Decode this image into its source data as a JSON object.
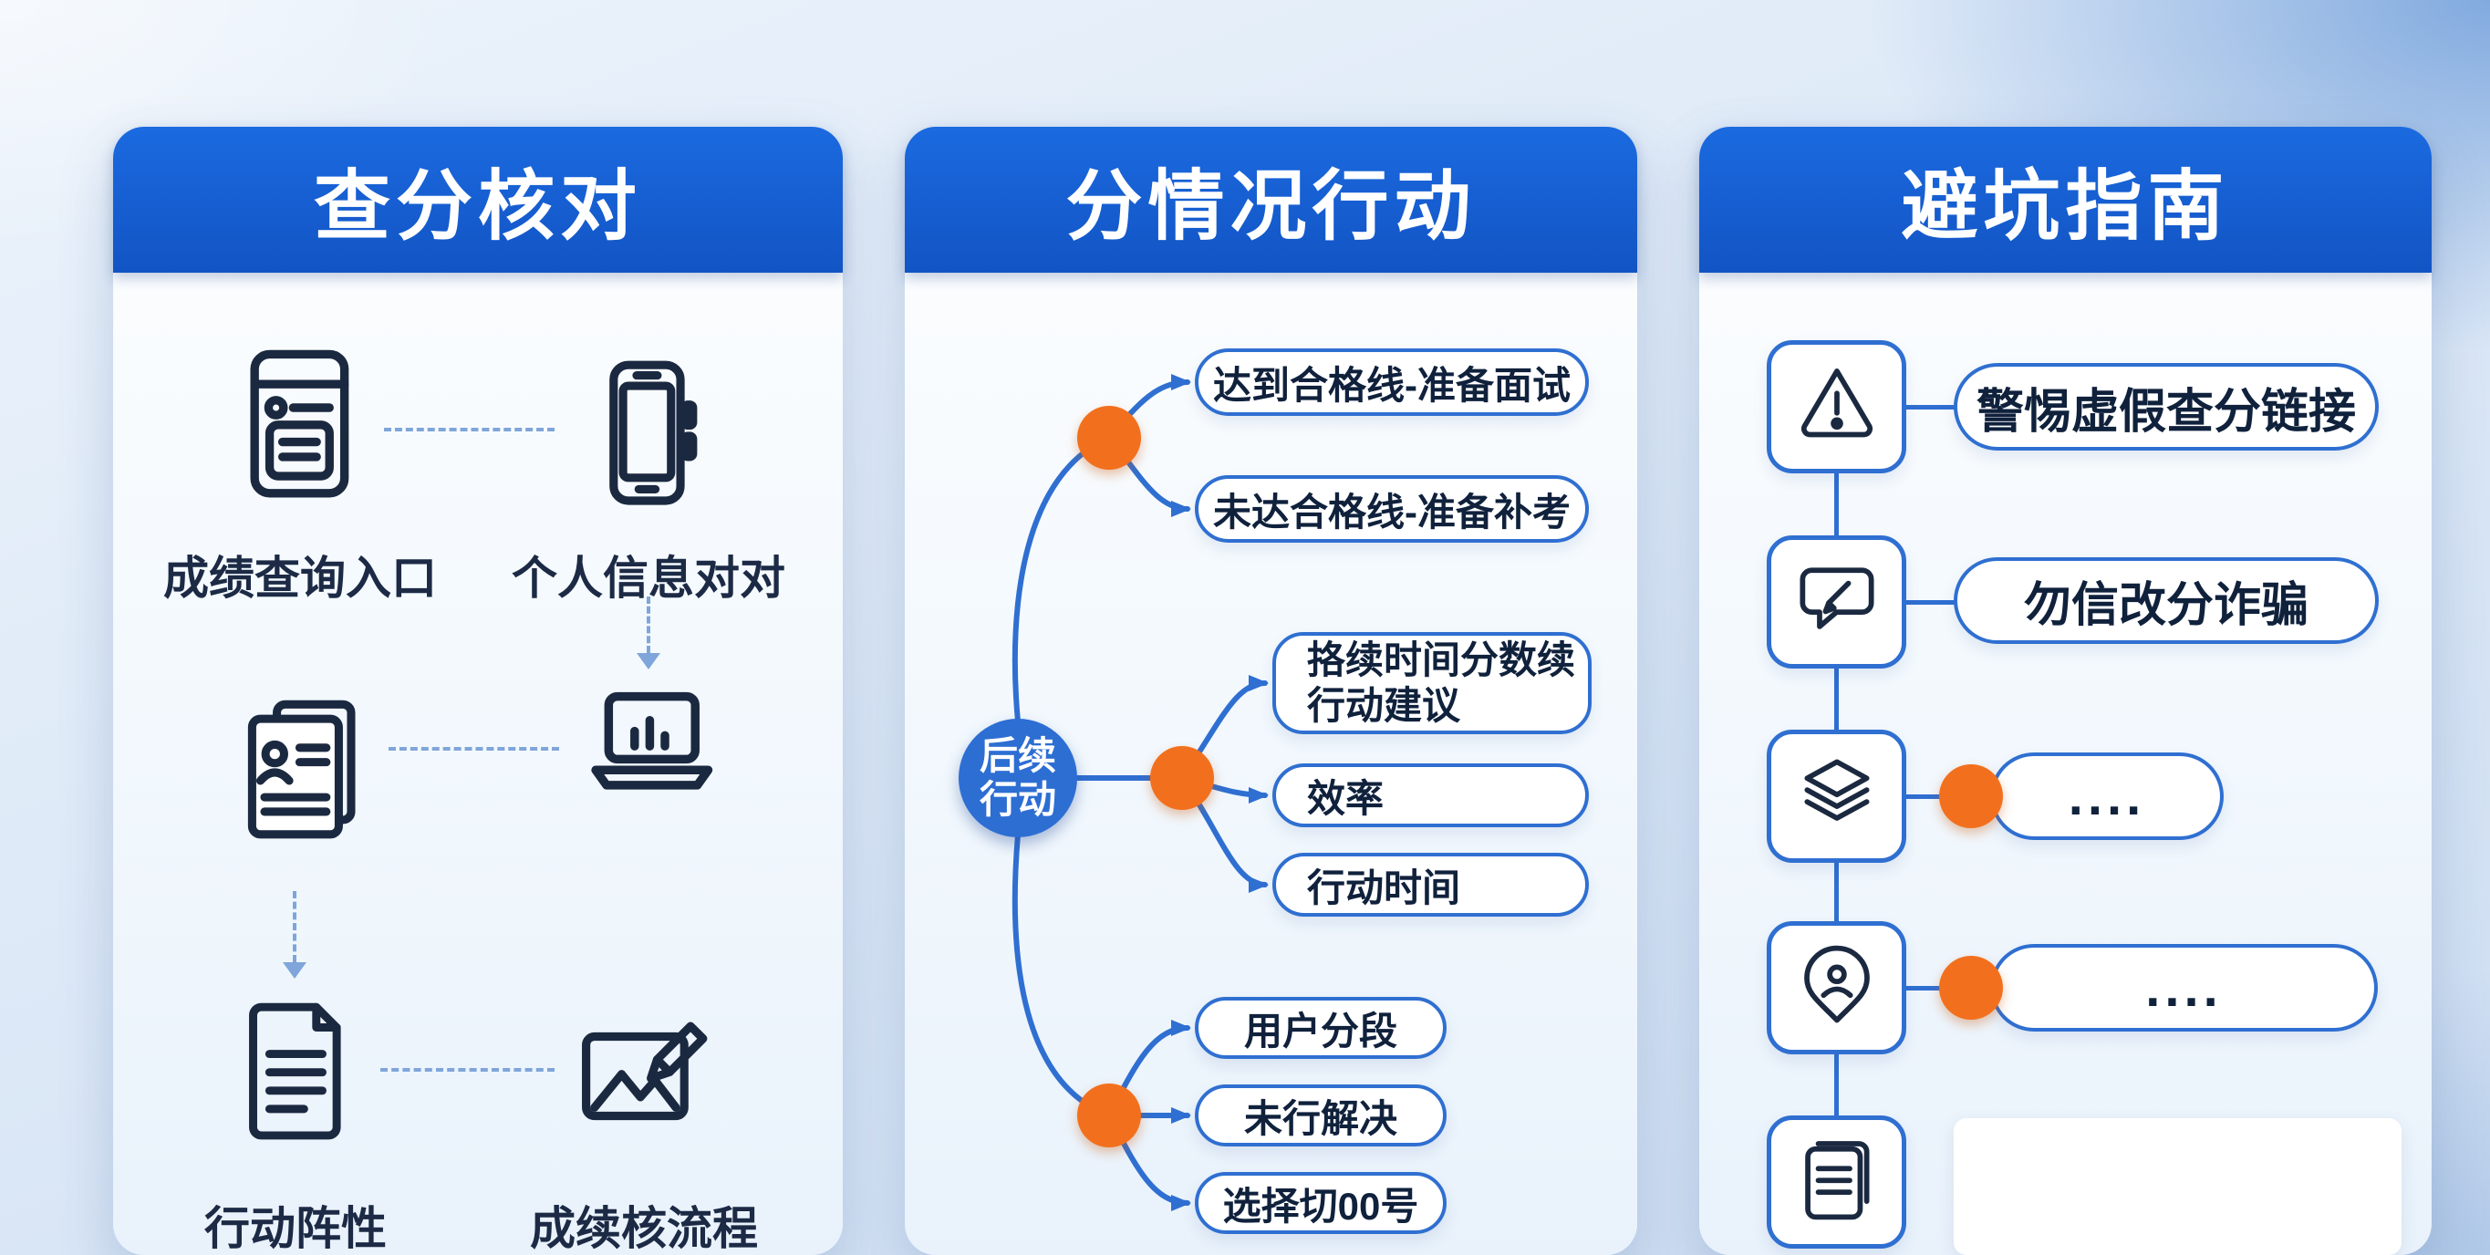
{
  "colors": {
    "header_blue": "#1661d8",
    "accent_orange": "#f2701d",
    "connector_blue": "#2f6fd1",
    "icon_ink": "#1b2940"
  },
  "icons": [
    "phone-list-icon",
    "smartphone-icon",
    "resume-icon",
    "laptop-icon",
    "document-icon",
    "image-edit-icon",
    "warning-triangle-icon",
    "chat-edit-icon",
    "layers-icon",
    "person-pin-icon",
    "doc-lines-icon"
  ],
  "card1": {
    "title": "查分核对",
    "row1_left_label": "成绩查询入口",
    "row1_right_label": "个人信息对对",
    "row3_left_label": "行动阵性",
    "row3_right_label": "成续核流程"
  },
  "card2": {
    "title": "分情况行动",
    "center_node": {
      "line1": "后续",
      "line2": "行动"
    },
    "top_pills": [
      "达到合格线-准备面试",
      "未达合格线-准备补考"
    ],
    "mid_pill_main": {
      "line1": "挌续时间分数续",
      "line2": "行动建议"
    },
    "mid_pills": [
      "效率",
      "行动时间"
    ],
    "bottom_pills": [
      "用户分段",
      "未行解决",
      "选择切00号"
    ]
  },
  "card3": {
    "title": "避坑指南",
    "pill1": "警惕虚假查分链接",
    "pill2": "勿信改分诈骗",
    "pill3": "....",
    "pill4": "...."
  }
}
